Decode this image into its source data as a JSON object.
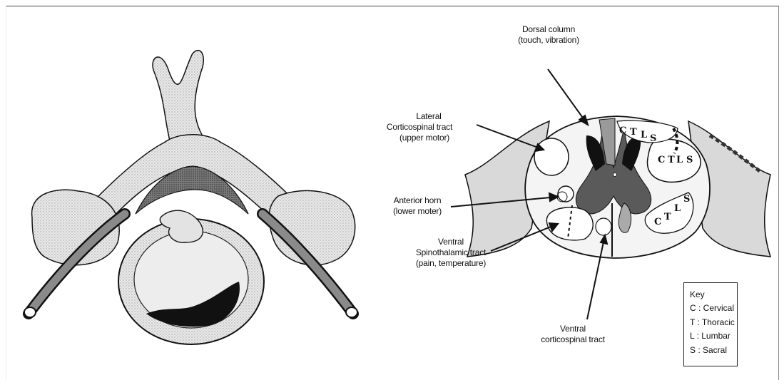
{
  "labels": {
    "dorsal_column": [
      "Dorsal column",
      "(touch, vibration)"
    ],
    "lateral_corticospinal": [
      "Lateral",
      "Corticospinal tract",
      "(upper motor)"
    ],
    "anterior_horn": [
      "Anterior horn",
      "(lower moter)"
    ],
    "ventral_spinothalamic": [
      "Ventral",
      "Spinothalamic tract",
      "(pain, temperature)"
    ],
    "ventral_corticospinal": [
      "Ventral",
      "corticospinal tract"
    ]
  },
  "segment_letters": {
    "dorsal": [
      "C",
      "T",
      "L",
      "S"
    ],
    "lateral": [
      "C",
      "T",
      "L",
      "S"
    ],
    "ventral": [
      "C",
      "T",
      "L",
      "S"
    ]
  },
  "key": {
    "title": "Key",
    "items": [
      "C : Cervical",
      "T : Thoracic",
      "L : Lumbar",
      "S : Sacral"
    ]
  }
}
